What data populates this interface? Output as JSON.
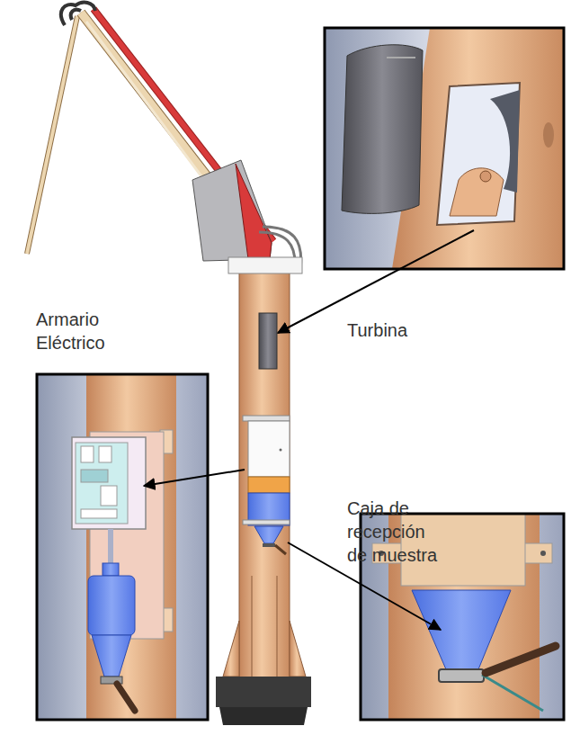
{
  "diagram": {
    "labels": [
      "Armario Eléctrico",
      "Turbina",
      "Caja de recepción de muestra"
    ]
  }
}
